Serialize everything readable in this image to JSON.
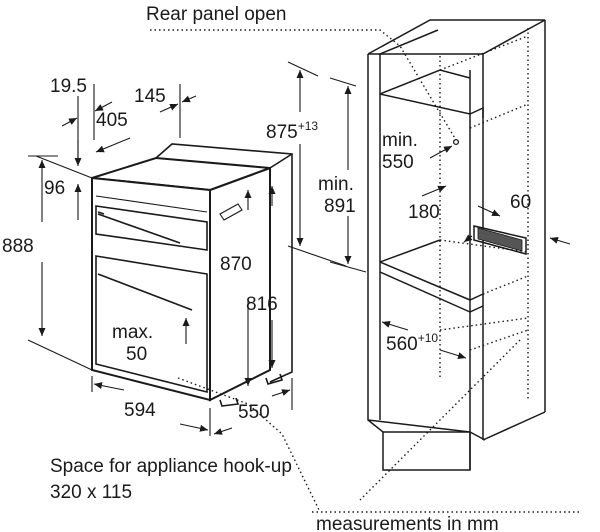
{
  "annotations": {
    "rear_panel": "Rear panel open",
    "hookup_line1": "Space for appliance hook-up",
    "hookup_line2": "320 x 115",
    "units": "measurements in mm"
  },
  "oven_dimensions": {
    "d19_5": "19.5",
    "d145": "145",
    "d405": "405",
    "d96": "96",
    "d888": "888",
    "d870": "870",
    "d816": "816",
    "max_line1": "max.",
    "max_line2": "50",
    "d594": "594",
    "d550": "550"
  },
  "cabinet_dimensions": {
    "d875": "875",
    "d875_sup": "+13",
    "min891_line1": "min.",
    "min891_line2": "891",
    "min550_line1": "min.",
    "min550_line2": "550",
    "d180": "180",
    "d60": "60",
    "d560": "560",
    "d560_sup": "+10"
  }
}
